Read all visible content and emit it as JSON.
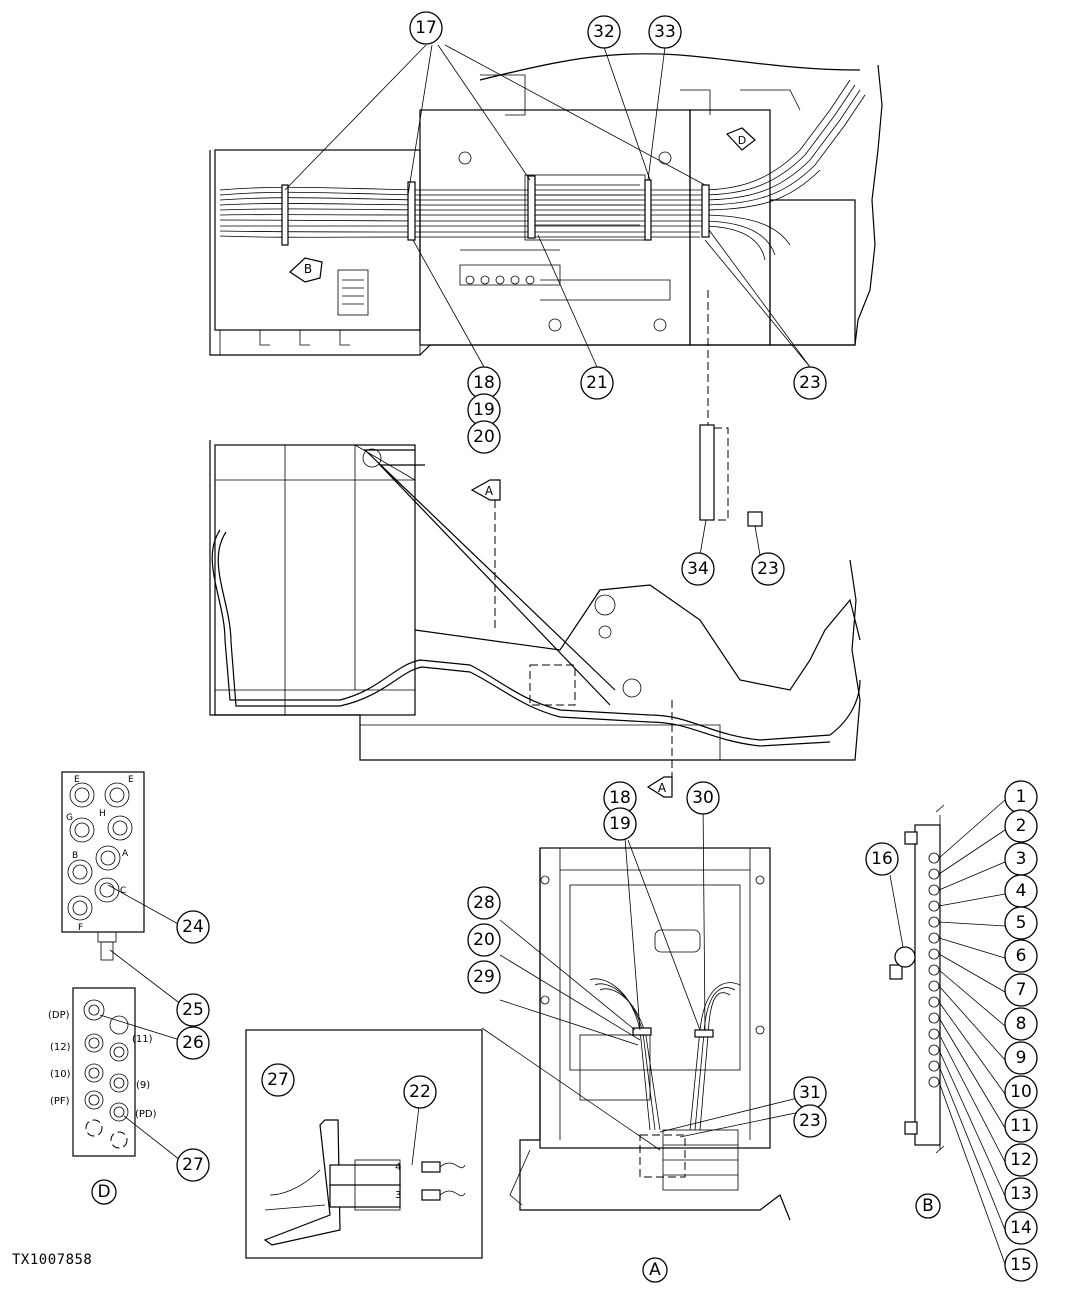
{
  "figure_id": "TX1007858",
  "callouts_top": [
    "17",
    "32",
    "33",
    "18",
    "19",
    "20",
    "21",
    "23"
  ],
  "callouts_mid": [
    "34",
    "23"
  ],
  "callouts_right": [
    "1",
    "2",
    "3",
    "4",
    "5",
    "6",
    "7",
    "8",
    "9",
    "10",
    "11",
    "12",
    "13",
    "14",
    "15",
    "16"
  ],
  "callouts_lower": [
    "18",
    "19",
    "30",
    "28",
    "20",
    "29",
    "31",
    "23",
    "24",
    "25",
    "26",
    "27",
    "22",
    "27"
  ],
  "view_tags": {
    "a": "A",
    "b": "B",
    "d": "D"
  },
  "view_d_upper_ports": [
    "E",
    "E",
    "G",
    "H",
    "B",
    "A",
    "C",
    "F"
  ],
  "view_d_lower_ports": [
    "(DP)",
    "(12)",
    "(11)",
    "(10)",
    "(9)",
    "(PF)",
    "(PD)"
  ],
  "inset_connector_numbers": [
    "4",
    "3"
  ]
}
